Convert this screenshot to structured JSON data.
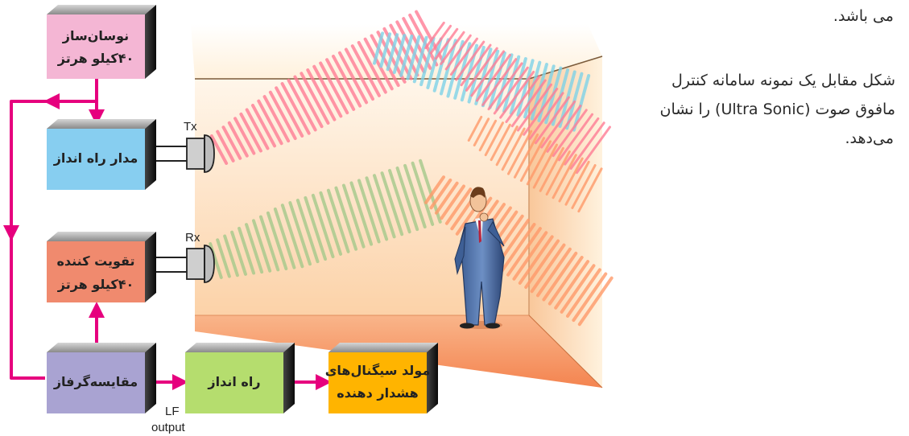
{
  "paragraph": {
    "line_top": "می باشد.",
    "lines": [
      "شکل مقابل یک نمونه سامانه کنترل",
      "مافوق صوت (Ultra Sonic) را نشان",
      "می‌دهد."
    ]
  },
  "blocks": {
    "oscillator": [
      "نوسان‌ساز",
      "۴۰کیلو هرتز"
    ],
    "driver": [
      "مدار راه انداز"
    ],
    "amplifier": [
      "تقویت کننده",
      "۴۰کیلو هرتز"
    ],
    "comparator": [
      "مقایسه‌گرفاز"
    ],
    "starter": [
      "راه انداز"
    ],
    "alarm": [
      "مولد سیگنال‌های",
      "هشدار دهنده"
    ]
  },
  "labels": {
    "tx": "Tx",
    "rx": "Rx",
    "lf_output": [
      "LF",
      "output"
    ]
  },
  "colors": {
    "wire": "#e6007e",
    "oscillator": "#f4b6d4",
    "driver": "#87cef0",
    "amplifier": "#f08a6e",
    "comparator": "#a9a3d2",
    "starter": "#b5dd6e",
    "alarm": "#ffb400",
    "box_side": "#1a1a1a",
    "room_back": "#fde0b9",
    "room_side": "#fce7c5",
    "room_floor": "#f7a474",
    "wave_tx": "#ff7d95",
    "wave_blue": "#7fd3e8",
    "wave_rx": "#a5c98b",
    "wave_orange": "#ff9a6a"
  }
}
